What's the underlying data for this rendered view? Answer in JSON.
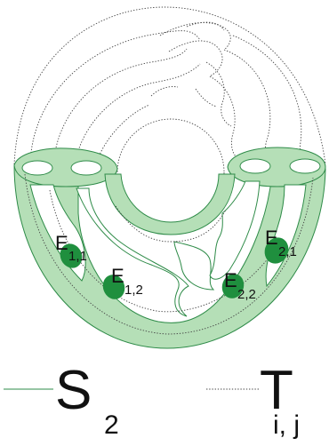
{
  "colors": {
    "surface_fill": "#b5dfb7",
    "surface_stroke": "#2e8b48",
    "disk_fill": "#1f8f3e",
    "tube_stroke": "#444444",
    "background": "#ffffff"
  },
  "disks": [
    {
      "main": "E",
      "sub": "1,1"
    },
    {
      "main": "E",
      "sub": "1,2"
    },
    {
      "main": "E",
      "sub": "2,2"
    },
    {
      "main": "E",
      "sub": "2,1"
    }
  ],
  "legend": {
    "solid": {
      "line_style": "solid",
      "main": "S",
      "sub": "2"
    },
    "dotted": {
      "line_style": "dotted",
      "main": "T",
      "sub": "i, j"
    }
  }
}
